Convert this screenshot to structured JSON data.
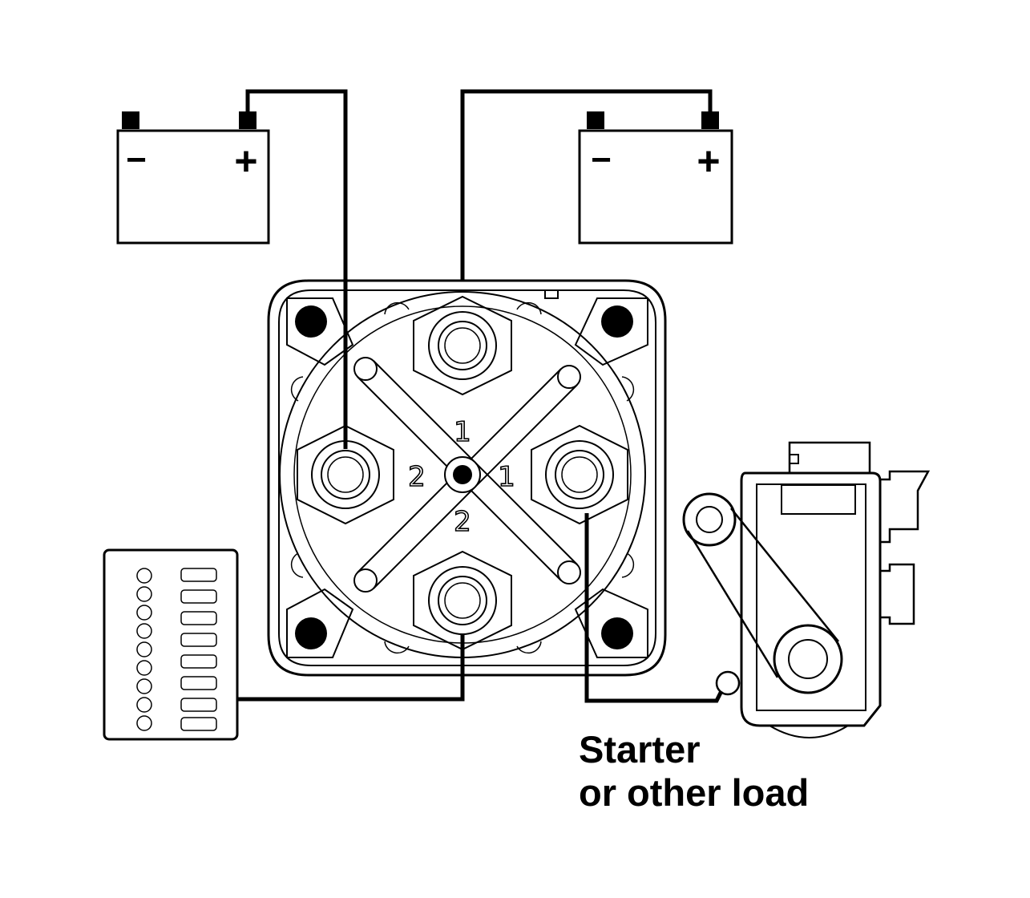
{
  "diagram": {
    "battery_left": {
      "neg_symbol": "−",
      "pos_symbol": "+"
    },
    "battery_right": {
      "neg_symbol": "−",
      "pos_symbol": "+"
    },
    "switch": {
      "label_top": "1",
      "label_bottom": "2",
      "label_left": "2",
      "label_right": "1"
    },
    "caption": {
      "line1": "Starter",
      "line2": "or other load"
    },
    "colors": {
      "ink": "#000000",
      "background": "#ffffff"
    }
  }
}
